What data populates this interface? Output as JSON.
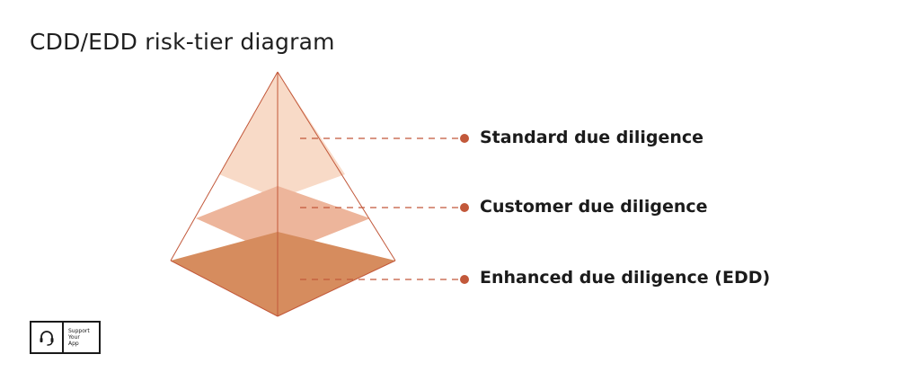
{
  "title": "CDD/EDD risk-tier diagram",
  "tiers": [
    {
      "label": "Standard due diligence",
      "color": "#f8dac7"
    },
    {
      "label": "Customer due diligence",
      "color": "#edb59b"
    },
    {
      "label": "Enhanced due diligence (EDD)",
      "color": "#d68c5e"
    }
  ],
  "accent_color": "#c2583a",
  "logo": {
    "icon": "headset-icon",
    "lines": [
      "Support",
      "Your",
      "App"
    ]
  }
}
